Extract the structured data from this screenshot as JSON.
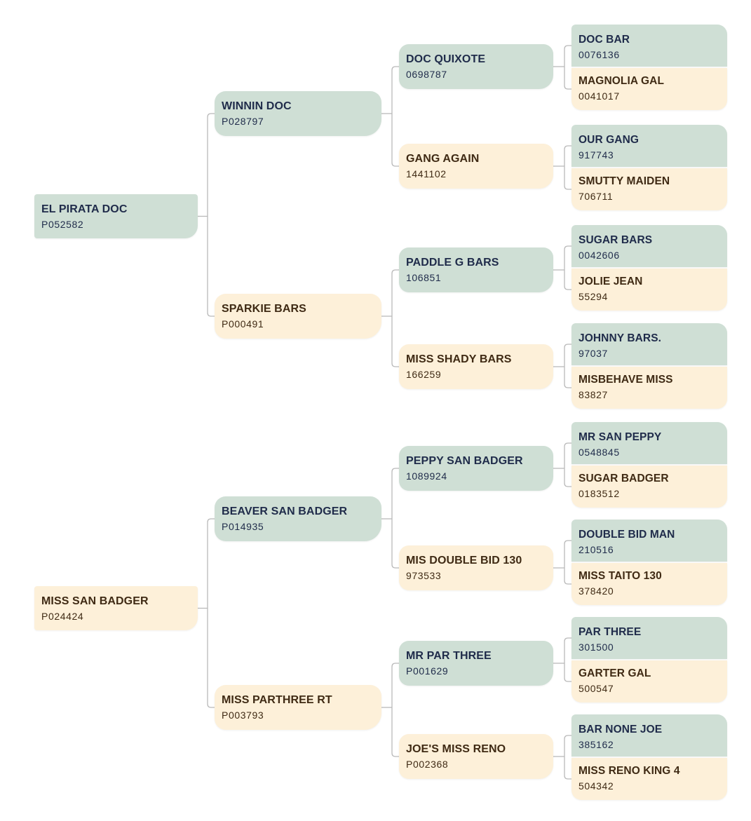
{
  "colors": {
    "sire_bg": "#cfdfd5",
    "sire_text": "#1f2b4a",
    "dam_bg": "#fdf0d9",
    "dam_text": "#3f2a14",
    "line": "#b9b9b9"
  },
  "pedigree": {
    "g1": [
      {
        "name": "EL PIRATA DOC",
        "reg": "P052582",
        "sex": "sire"
      },
      {
        "name": "MISS SAN BADGER",
        "reg": "P024424",
        "sex": "dam"
      }
    ],
    "g2": [
      {
        "name": "WINNIN DOC",
        "reg": "P028797",
        "sex": "sire"
      },
      {
        "name": "SPARKIE BARS",
        "reg": "P000491",
        "sex": "dam"
      },
      {
        "name": "BEAVER SAN BADGER",
        "reg": "P014935",
        "sex": "sire"
      },
      {
        "name": "MISS PARTHREE RT",
        "reg": "P003793",
        "sex": "dam"
      }
    ],
    "g3": [
      {
        "name": "DOC QUIXOTE",
        "reg": "0698787",
        "sex": "sire"
      },
      {
        "name": "GANG AGAIN",
        "reg": "1441102",
        "sex": "dam"
      },
      {
        "name": "PADDLE G BARS",
        "reg": "106851",
        "sex": "sire"
      },
      {
        "name": "MISS SHADY BARS",
        "reg": "166259",
        "sex": "dam"
      },
      {
        "name": "PEPPY SAN BADGER",
        "reg": "1089924",
        "sex": "sire"
      },
      {
        "name": "MIS DOUBLE BID 130",
        "reg": "973533",
        "sex": "dam"
      },
      {
        "name": "MR PAR THREE",
        "reg": "P001629",
        "sex": "sire"
      },
      {
        "name": "JOE'S MISS RENO",
        "reg": "P002368",
        "sex": "dam"
      }
    ],
    "g4": [
      {
        "name": "DOC BAR",
        "reg": "0076136",
        "sex": "sire"
      },
      {
        "name": "MAGNOLIA GAL",
        "reg": "0041017",
        "sex": "dam"
      },
      {
        "name": "OUR GANG",
        "reg": "917743",
        "sex": "sire"
      },
      {
        "name": "SMUTTY MAIDEN",
        "reg": "706711",
        "sex": "dam"
      },
      {
        "name": "SUGAR BARS",
        "reg": "0042606",
        "sex": "sire"
      },
      {
        "name": "JOLIE JEAN",
        "reg": "55294",
        "sex": "dam"
      },
      {
        "name": "JOHNNY BARS.",
        "reg": "97037",
        "sex": "sire"
      },
      {
        "name": "MISBEHAVE MISS",
        "reg": "83827",
        "sex": "dam"
      },
      {
        "name": "MR SAN PEPPY",
        "reg": "0548845",
        "sex": "sire"
      },
      {
        "name": "SUGAR BADGER",
        "reg": "0183512",
        "sex": "dam"
      },
      {
        "name": "DOUBLE BID MAN",
        "reg": "210516",
        "sex": "sire"
      },
      {
        "name": "MISS TAITO 130",
        "reg": "378420",
        "sex": "dam"
      },
      {
        "name": "PAR THREE",
        "reg": "301500",
        "sex": "sire"
      },
      {
        "name": "GARTER GAL",
        "reg": "500547",
        "sex": "dam"
      },
      {
        "name": "BAR NONE JOE",
        "reg": "385162",
        "sex": "sire"
      },
      {
        "name": "MISS RENO KING 4",
        "reg": "504342",
        "sex": "dam"
      }
    ]
  }
}
